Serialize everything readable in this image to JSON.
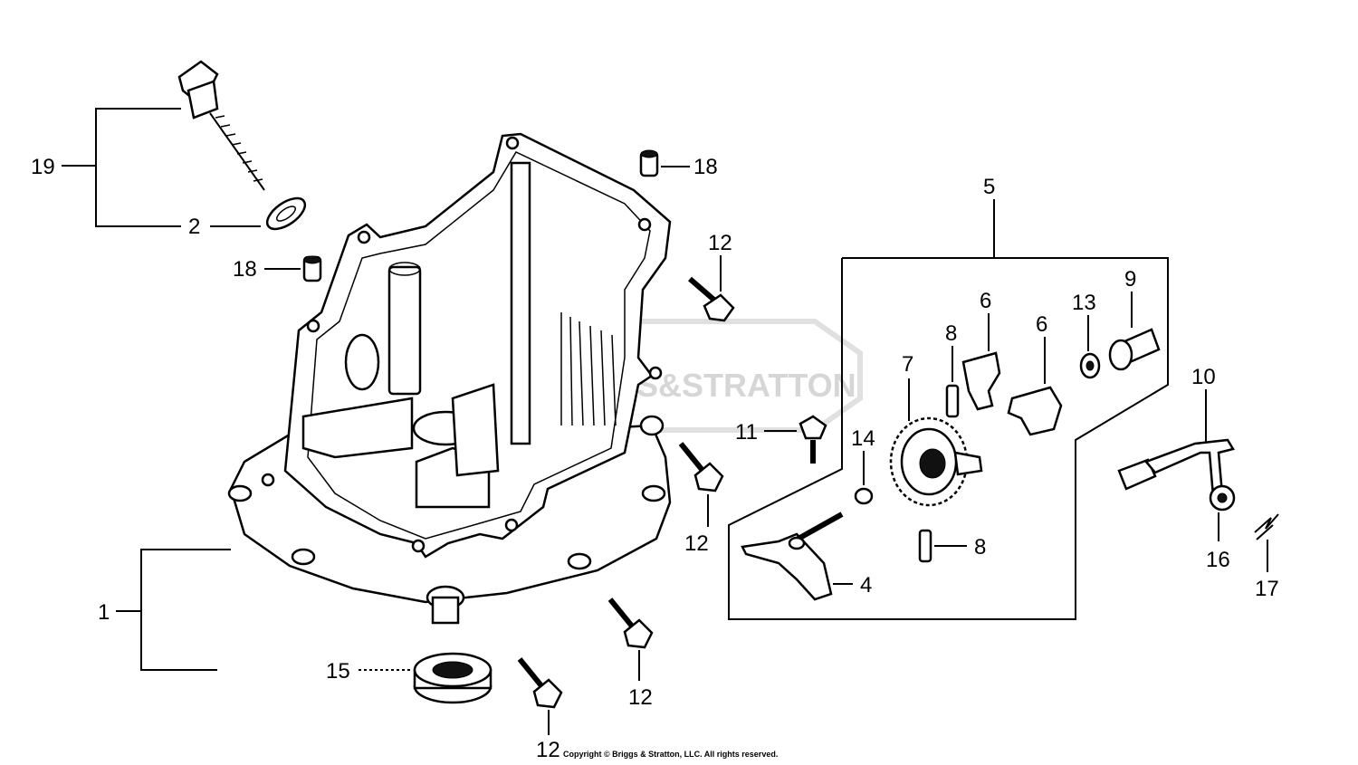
{
  "watermark": "BRIGGS&STRATTON",
  "copyright": "Copyright © Briggs & Stratton, LLC. All rights reserved.",
  "callouts": {
    "c1": "1",
    "c2": "2",
    "c4": "4",
    "c5": "5",
    "c6a": "6",
    "c6b": "6",
    "c7": "7",
    "c8a": "8",
    "c8b": "8",
    "c9": "9",
    "c10": "10",
    "c11": "11",
    "c12a": "12",
    "c12b": "12",
    "c12c": "12",
    "c12d": "12",
    "c13": "13",
    "c14": "14",
    "c15": "15",
    "c16": "16",
    "c17": "17",
    "c18a": "18",
    "c18b": "18",
    "c19": "19"
  }
}
